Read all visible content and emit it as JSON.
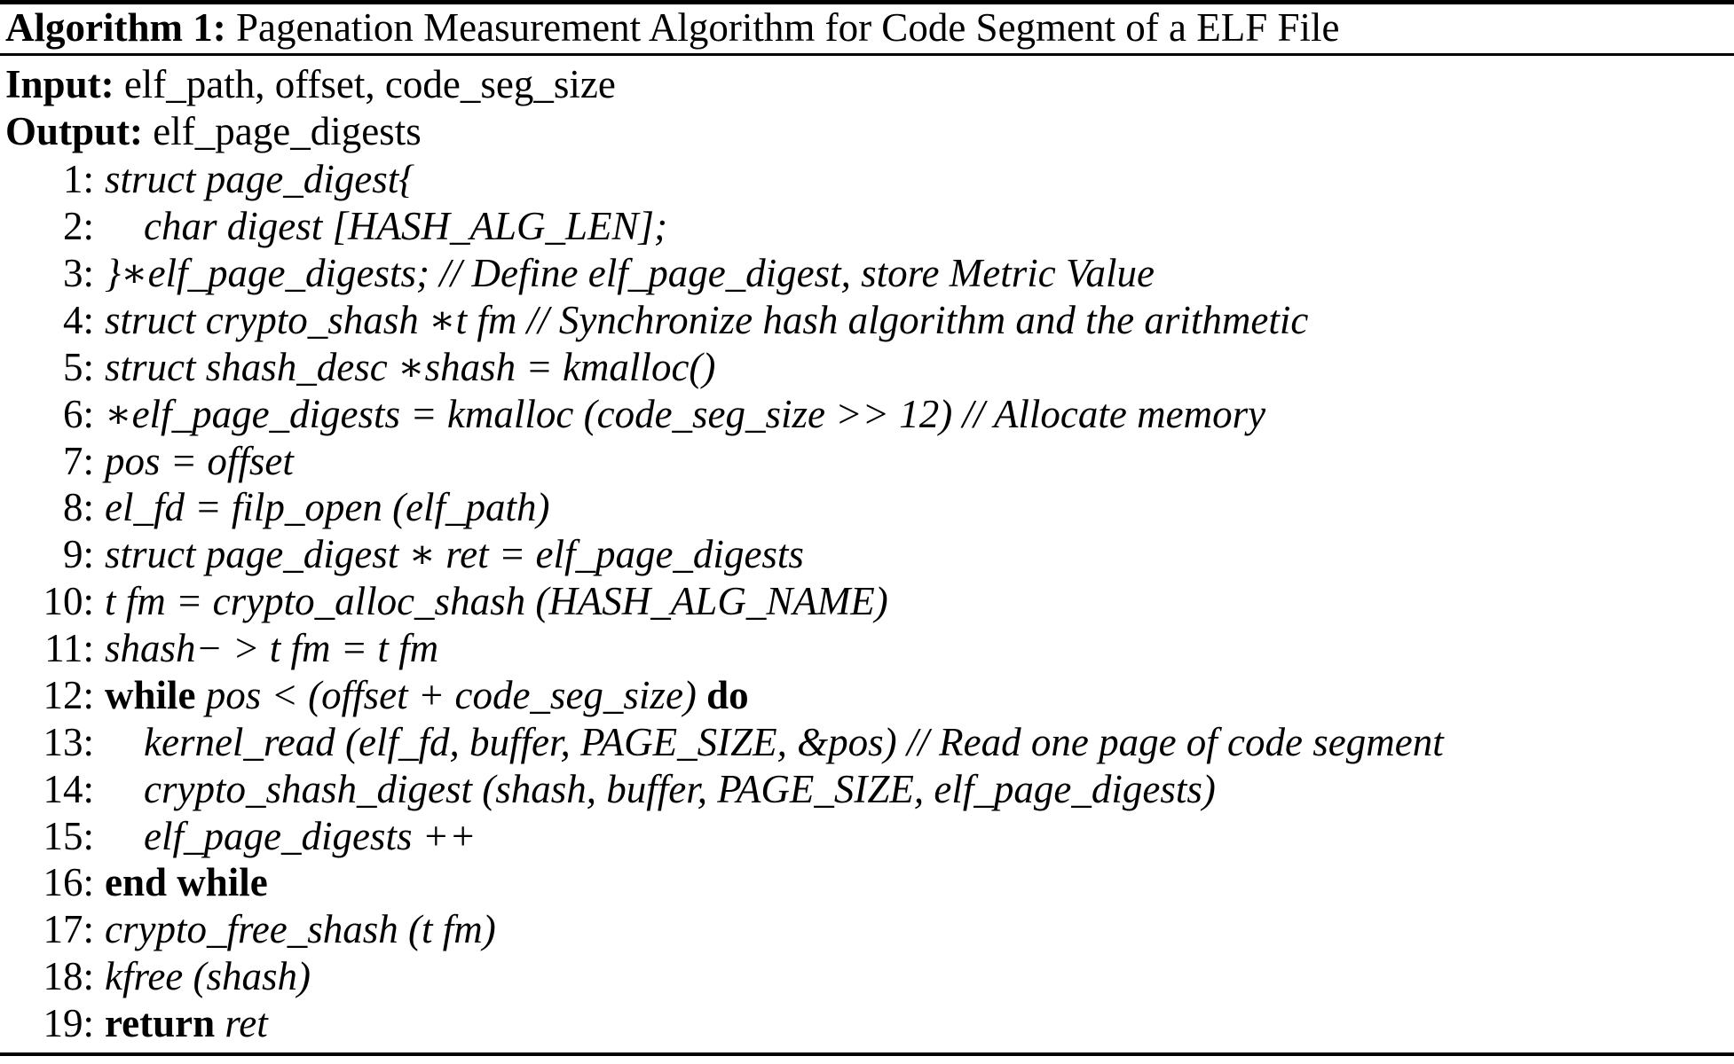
{
  "algorithm": {
    "label": "Algorithm 1:",
    "title": "Pagenation Measurement Algorithm for Code Segment of a ELF File",
    "input_label": "Input:",
    "input_value": "elf_path, offset, code_seg_size",
    "output_label": "Output:",
    "output_value": "elf_page_digests",
    "steps": [
      {
        "num": "1:",
        "indent": 0,
        "text": "struct page_digest{"
      },
      {
        "num": "2:",
        "indent": 1,
        "text": "char digest [HASH_ALG_LEN];"
      },
      {
        "num": "3:",
        "indent": 0,
        "text": "}∗elf_page_digests; // Define elf_page_digest, store Metric Value"
      },
      {
        "num": "4:",
        "indent": 0,
        "text": "struct crypto_shash ∗t fm // Synchronize hash algorithm and the arithmetic"
      },
      {
        "num": "5:",
        "indent": 0,
        "text": "struct shash_desc ∗shash = kmalloc()"
      },
      {
        "num": "6:",
        "indent": 0,
        "text": "∗elf_page_digests = kmalloc (code_seg_size >> 12) // Allocate memory"
      },
      {
        "num": "7:",
        "indent": 0,
        "text": "pos = offset"
      },
      {
        "num": "8:",
        "indent": 0,
        "text": "el_fd = filp_open (elf_path)"
      },
      {
        "num": "9:",
        "indent": 0,
        "text": "struct page_digest ∗ ret = elf_page_digests"
      },
      {
        "num": "10:",
        "indent": 0,
        "text": "t fm = crypto_alloc_shash (HASH_ALG_NAME)"
      },
      {
        "num": "11:",
        "indent": 0,
        "text": "shash− > t fm = t fm"
      },
      {
        "num": "12:",
        "indent": 0,
        "keyword_prefix": "while",
        "text": "pos < (offset + code_seg_size)",
        "keyword_suffix": "do"
      },
      {
        "num": "13:",
        "indent": 1,
        "text": "kernel_read (elf_fd, buffer, PAGE_SIZE, &pos) // Read one page of code segment"
      },
      {
        "num": "14:",
        "indent": 1,
        "text": "crypto_shash_digest (shash, buffer, PAGE_SIZE, elf_page_digests)"
      },
      {
        "num": "15:",
        "indent": 1,
        "text": "elf_page_digests ++"
      },
      {
        "num": "16:",
        "indent": 0,
        "keyword_only": "end while"
      },
      {
        "num": "17:",
        "indent": 0,
        "text": "crypto_free_shash (t fm)"
      },
      {
        "num": "18:",
        "indent": 0,
        "text": "kfree (shash)"
      },
      {
        "num": "19:",
        "indent": 0,
        "keyword_prefix": "return",
        "text": "ret"
      }
    ]
  }
}
